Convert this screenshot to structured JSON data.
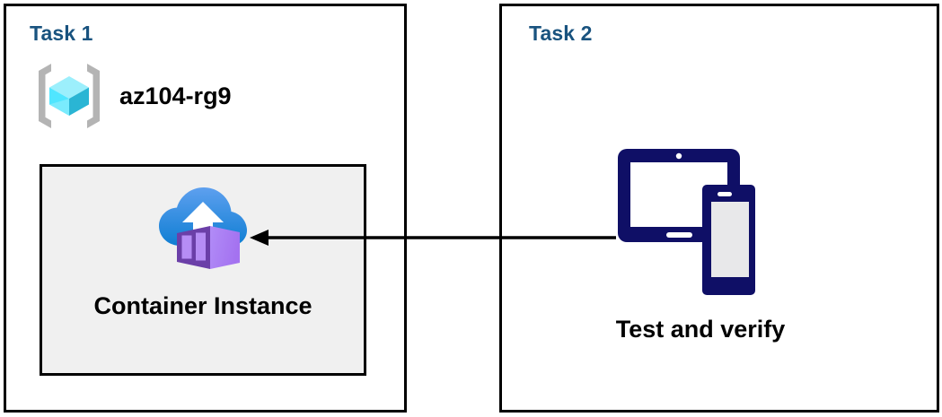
{
  "diagram": {
    "type": "azure-architecture-diagram",
    "background_color": "#ffffff",
    "panels": [
      {
        "id": "task1",
        "title": "Task 1",
        "title_color": "#19537f",
        "border_color": "#000000",
        "resource_group": {
          "icon": "azure-resource-group-icon",
          "label": "az104-rg9",
          "icon_colors": {
            "bracket": "#b4b4b4",
            "cube_light": "#9ceffc",
            "cube_mid": "#32d4f5",
            "cube_dark": "#2ab5d4"
          }
        },
        "resource_box": {
          "fill": "#f0f0f0",
          "border": "#000000",
          "icon": "azure-container-instance-icon",
          "label": "Container Instance",
          "icon_colors": {
            "cloud_top": "#5ea0ef",
            "cloud_bottom": "#0f7ed3",
            "arrow": "#ffffff",
            "container_light": "#a67af4",
            "container_dark": "#6b3fa8"
          }
        }
      },
      {
        "id": "task2",
        "title": "Task 2",
        "title_color": "#19537f",
        "border_color": "#000000",
        "devices": {
          "icon": "devices-tablet-phone-icon",
          "label": "Test and verify",
          "icon_colors": {
            "outline": "#0f0f66",
            "screen": "#e8e8ea",
            "tablet_screen": "#ffffff"
          }
        }
      }
    ],
    "connector": {
      "name": "arrow-task2-to-container-instance",
      "direction": "right-to-left",
      "color": "#000000",
      "from": "Test and verify",
      "to": "Container Instance"
    }
  }
}
